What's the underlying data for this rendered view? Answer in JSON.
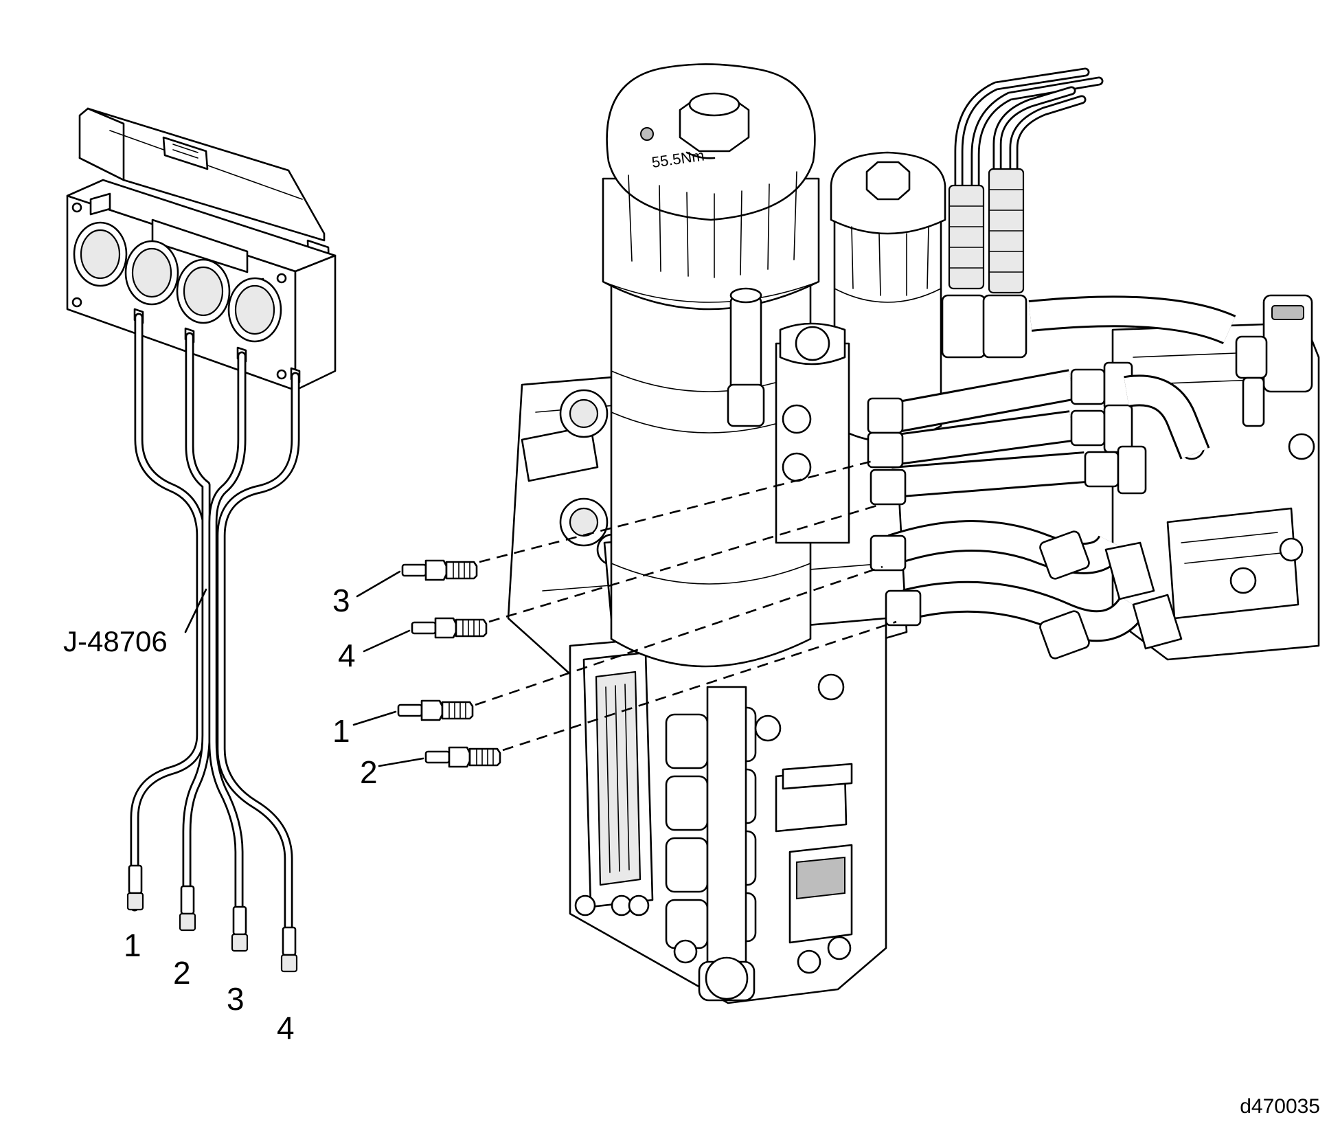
{
  "tool_label": "J-48706",
  "hose_end_labels": [
    "1",
    "2",
    "3",
    "4"
  ],
  "fitting_labels": [
    "3",
    "4",
    "1",
    "2"
  ],
  "cap_marking": "55.5Nm",
  "figure_id": "d470035"
}
